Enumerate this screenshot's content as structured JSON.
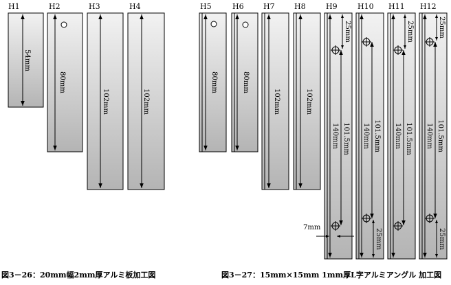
{
  "colors": {
    "plate_top": "#f2f2f2",
    "plate_bottom": "#b4b4b4",
    "line": "#000000",
    "background": "#ffffff"
  },
  "left_figure": {
    "caption": "図3－26：20mm幅2mm厚アルミ板加工図",
    "parts": [
      {
        "id": "H1",
        "label": "H1",
        "dim": "54mm"
      },
      {
        "id": "H2",
        "label": "H2",
        "dim": "80mm"
      },
      {
        "id": "H3",
        "label": "H3",
        "dim": "102mm"
      },
      {
        "id": "H4",
        "label": "H4",
        "dim": "102mm"
      }
    ]
  },
  "right_figure": {
    "caption": "図3－27：15mm×15mm 1mm厚L字アルミアングル 加工図",
    "parts": [
      {
        "id": "H5",
        "label": "H5",
        "dim": "80mm"
      },
      {
        "id": "H6",
        "label": "H6",
        "dim": "80mm"
      },
      {
        "id": "H7",
        "label": "H7",
        "dim": "102mm"
      },
      {
        "id": "H8",
        "label": "H8",
        "dim": "102mm"
      },
      {
        "id": "H9",
        "label": "H9",
        "dims": [
          "140mm",
          "101.5mm",
          "25mm",
          "25mm"
        ],
        "side_dim": "7mm"
      },
      {
        "id": "H10",
        "label": "H10",
        "dims": [
          "140mm",
          "101.5mm",
          "25mm"
        ]
      },
      {
        "id": "H11",
        "label": "H11",
        "dims": [
          "140mm",
          "101.5mm",
          "25mm"
        ]
      },
      {
        "id": "H12",
        "label": "H12",
        "dims": [
          "140mm",
          "101.5mm",
          "25mm",
          "25mm"
        ]
      }
    ]
  }
}
